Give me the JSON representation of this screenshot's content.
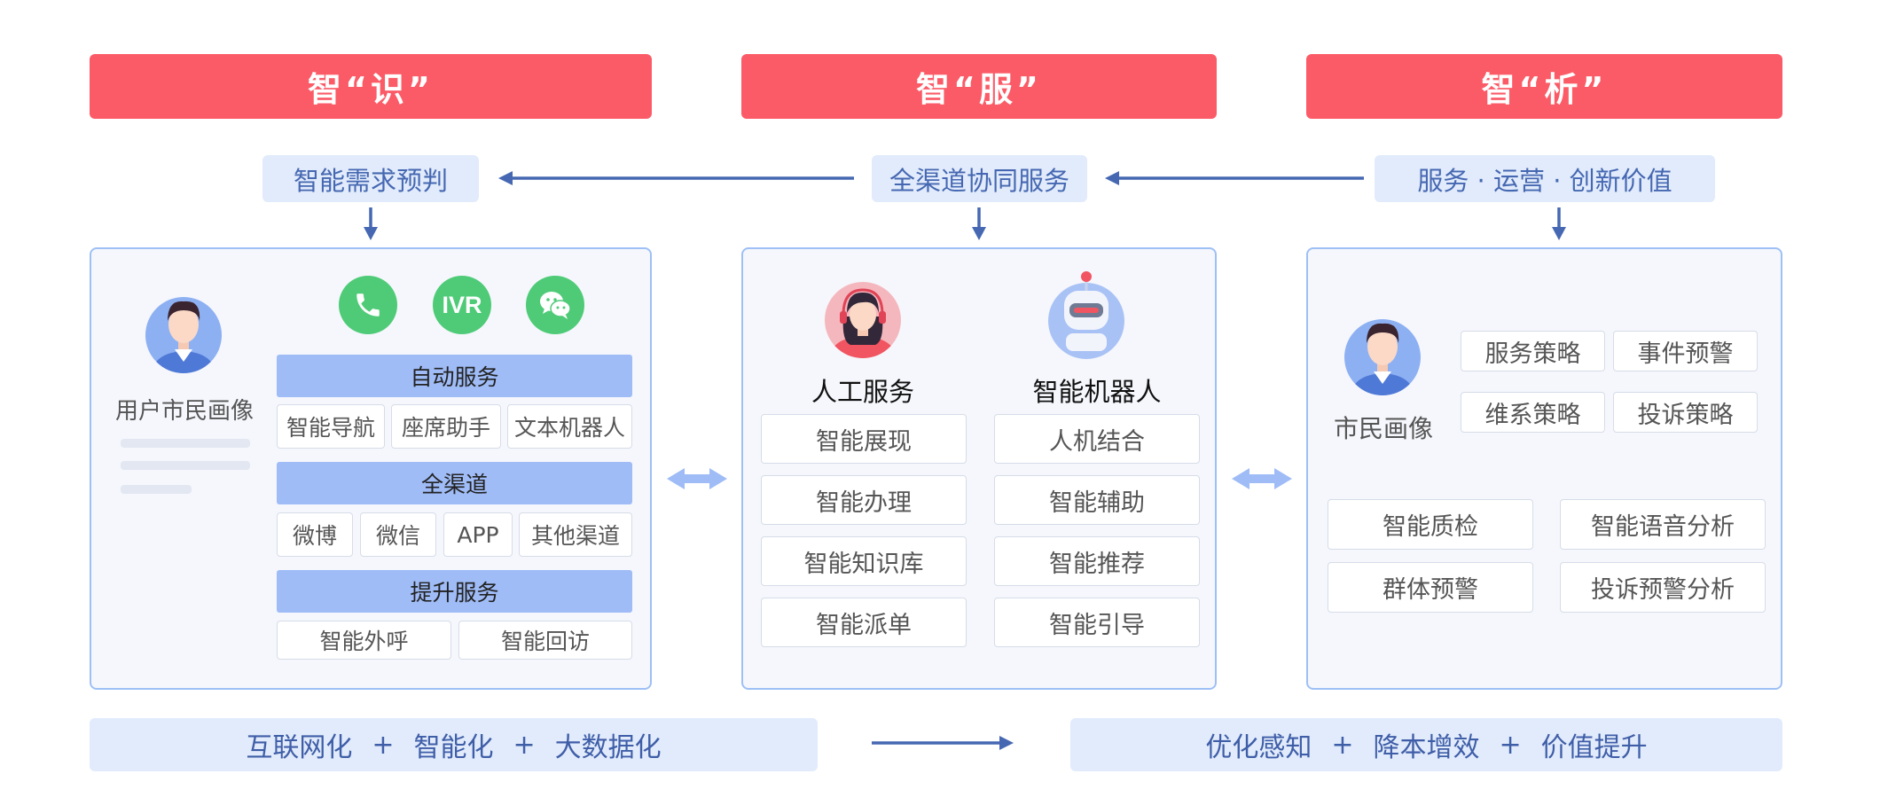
{
  "banners": [
    {
      "label": "智“识”"
    },
    {
      "label": "智“服”"
    },
    {
      "label": "智“析”"
    }
  ],
  "flow_labels": [
    "智能需求预判",
    "全渠道协同服务",
    "服务 · 运营 · 创新价值"
  ],
  "left_panel": {
    "avatar_caption": "用户市民画像",
    "channel_icons": [
      "phone-icon",
      "IVR",
      "wechat-icon"
    ],
    "sections": [
      {
        "title": "自动服务",
        "items": [
          "智能导航",
          "座席助手",
          "文本机器人"
        ]
      },
      {
        "title": "全渠道",
        "items": [
          "微博",
          "微信",
          "APP",
          "其他渠道"
        ]
      },
      {
        "title": "提升服务",
        "items": [
          "智能外呼",
          "智能回访"
        ]
      }
    ]
  },
  "middle_panel": {
    "human": {
      "title": "人工服务",
      "items": [
        "智能展现",
        "智能办理",
        "智能知识库",
        "智能派单"
      ]
    },
    "robot": {
      "title": "智能机器人",
      "items": [
        "人机结合",
        "智能辅助",
        "智能推荐",
        "智能引导"
      ]
    }
  },
  "right_panel": {
    "avatar_caption": "市民画像",
    "top_items": [
      "服务策略",
      "事件预警",
      "维系策略",
      "投诉策略"
    ],
    "bottom_items": [
      "智能质检",
      "智能语音分析",
      "群体预警",
      "投诉预警分析"
    ]
  },
  "bottom": {
    "left": [
      "互联网化",
      "+",
      "智能化",
      "+",
      "大数据化"
    ],
    "right": [
      "优化感知",
      "+",
      "降本增效",
      "+",
      "价值提升"
    ]
  },
  "colors": {
    "banner": "#fb5b67",
    "accent": "#4668b2",
    "panel_border": "#9ec0f5",
    "icon_green": "#4fcb78"
  }
}
